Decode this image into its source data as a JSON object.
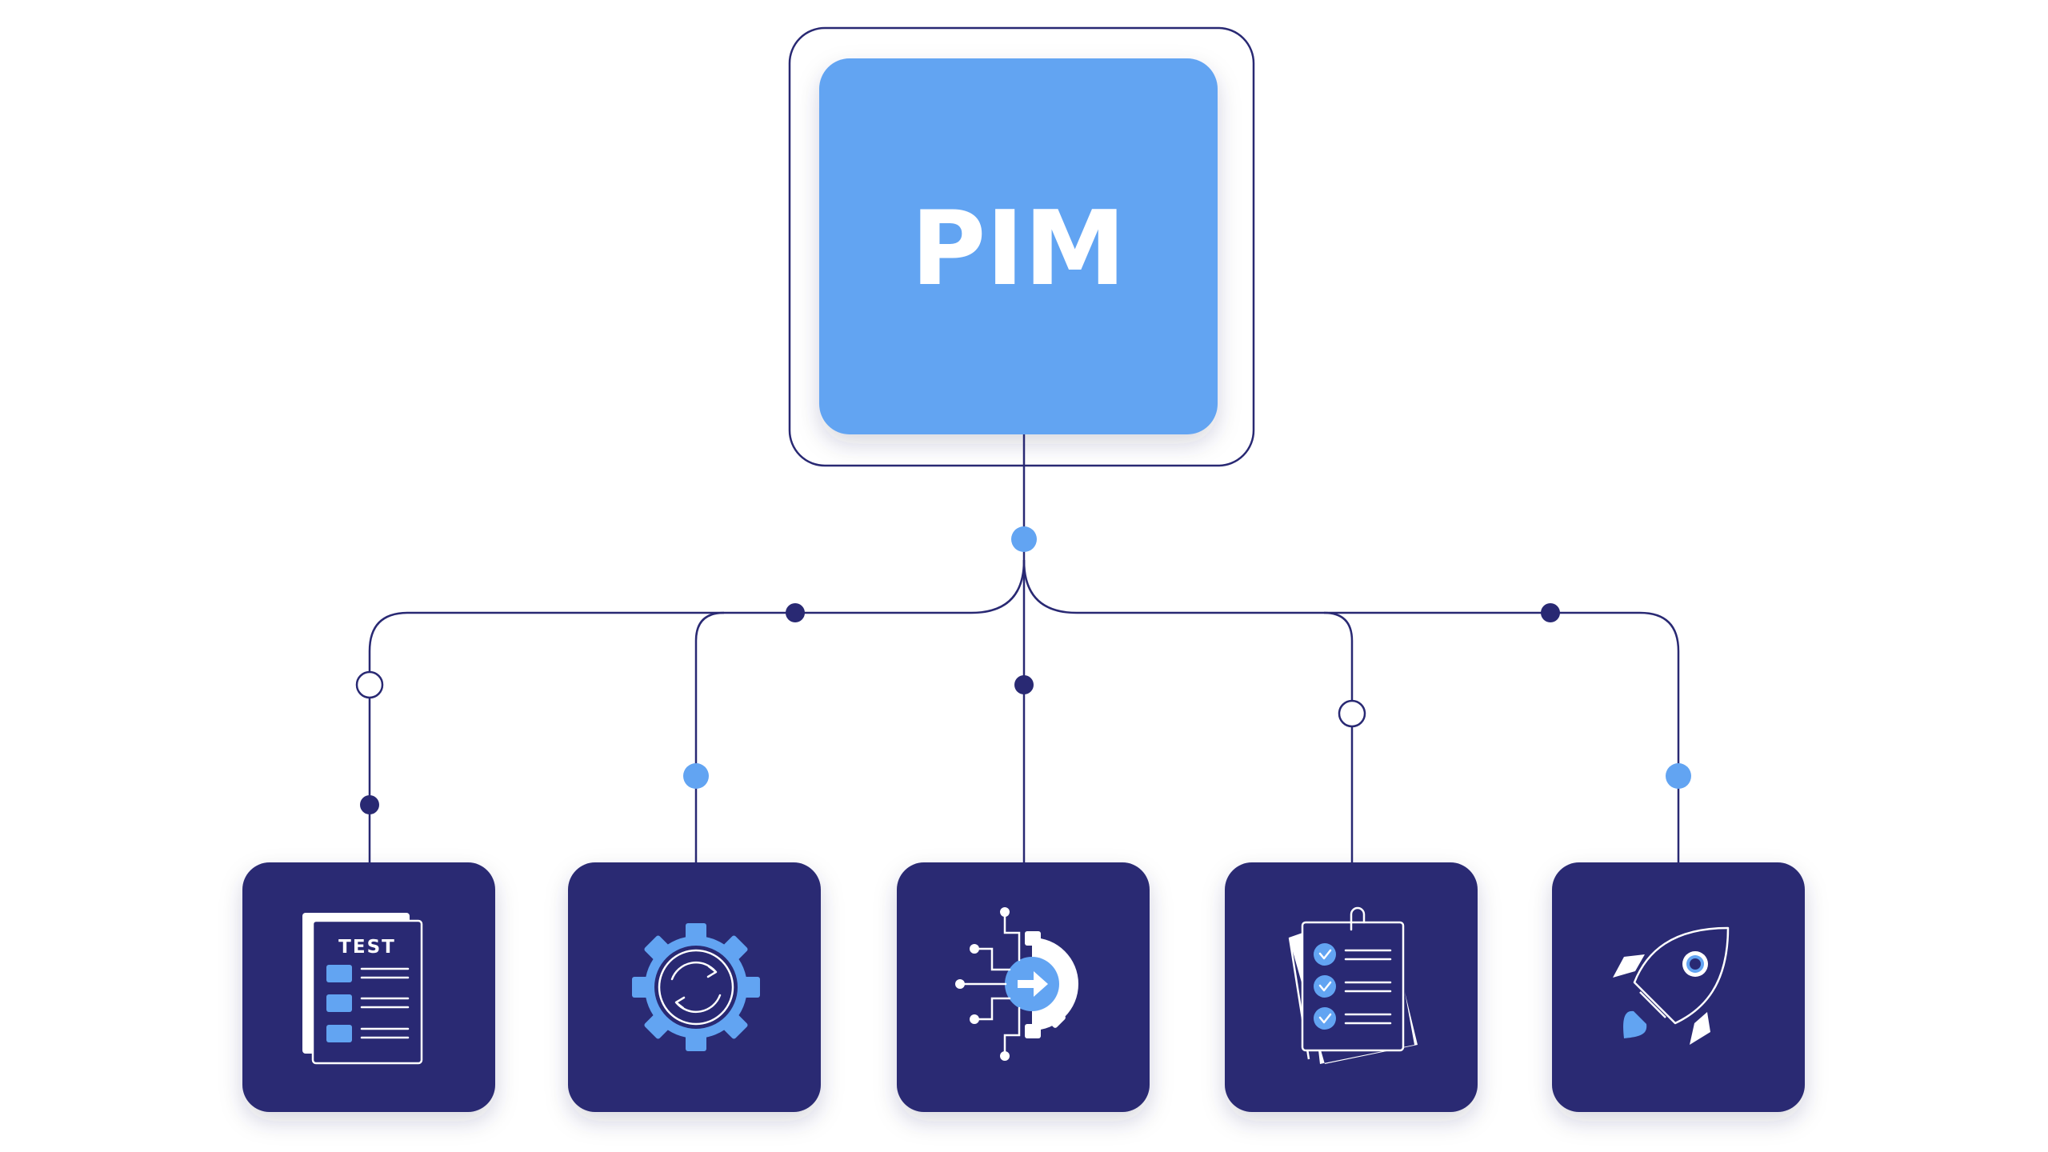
{
  "root": {
    "label": "PIM"
  },
  "nodes": [
    {
      "id": "test",
      "icon": "test-document-icon",
      "label": "TEST"
    },
    {
      "id": "sync",
      "icon": "gear-sync-icon"
    },
    {
      "id": "integration",
      "icon": "gear-circuit-arrow-icon"
    },
    {
      "id": "checklist",
      "icon": "clipboard-checklist-icon"
    },
    {
      "id": "launch",
      "icon": "rocket-icon"
    }
  ],
  "colors": {
    "navy": "#292973",
    "blue": "#62a4f2",
    "white": "#ffffff"
  }
}
